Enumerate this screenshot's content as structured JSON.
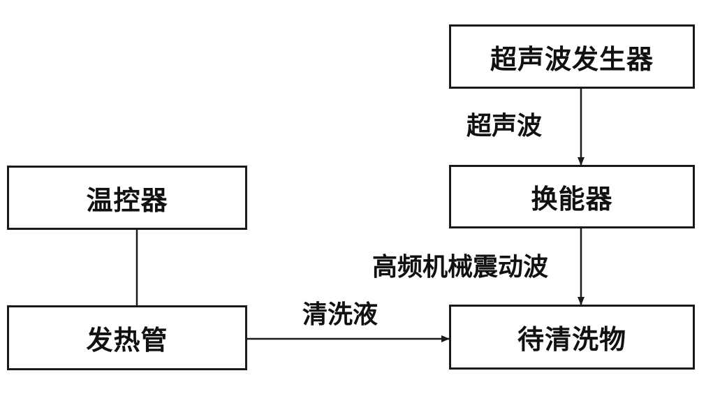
{
  "nodes": {
    "ultrasonic_generator": "超声波发生器",
    "transducer": "换能器",
    "object_to_clean": "待清洗物",
    "temperature_controller": "温控器",
    "heating_tube": "发热管"
  },
  "edges": {
    "generator_to_transducer": "超声波",
    "transducer_to_object": "高频机械震动波",
    "heater_to_object": "清洗液"
  },
  "colors": {
    "line": "#1a1a1a",
    "background": "#ffffff"
  }
}
